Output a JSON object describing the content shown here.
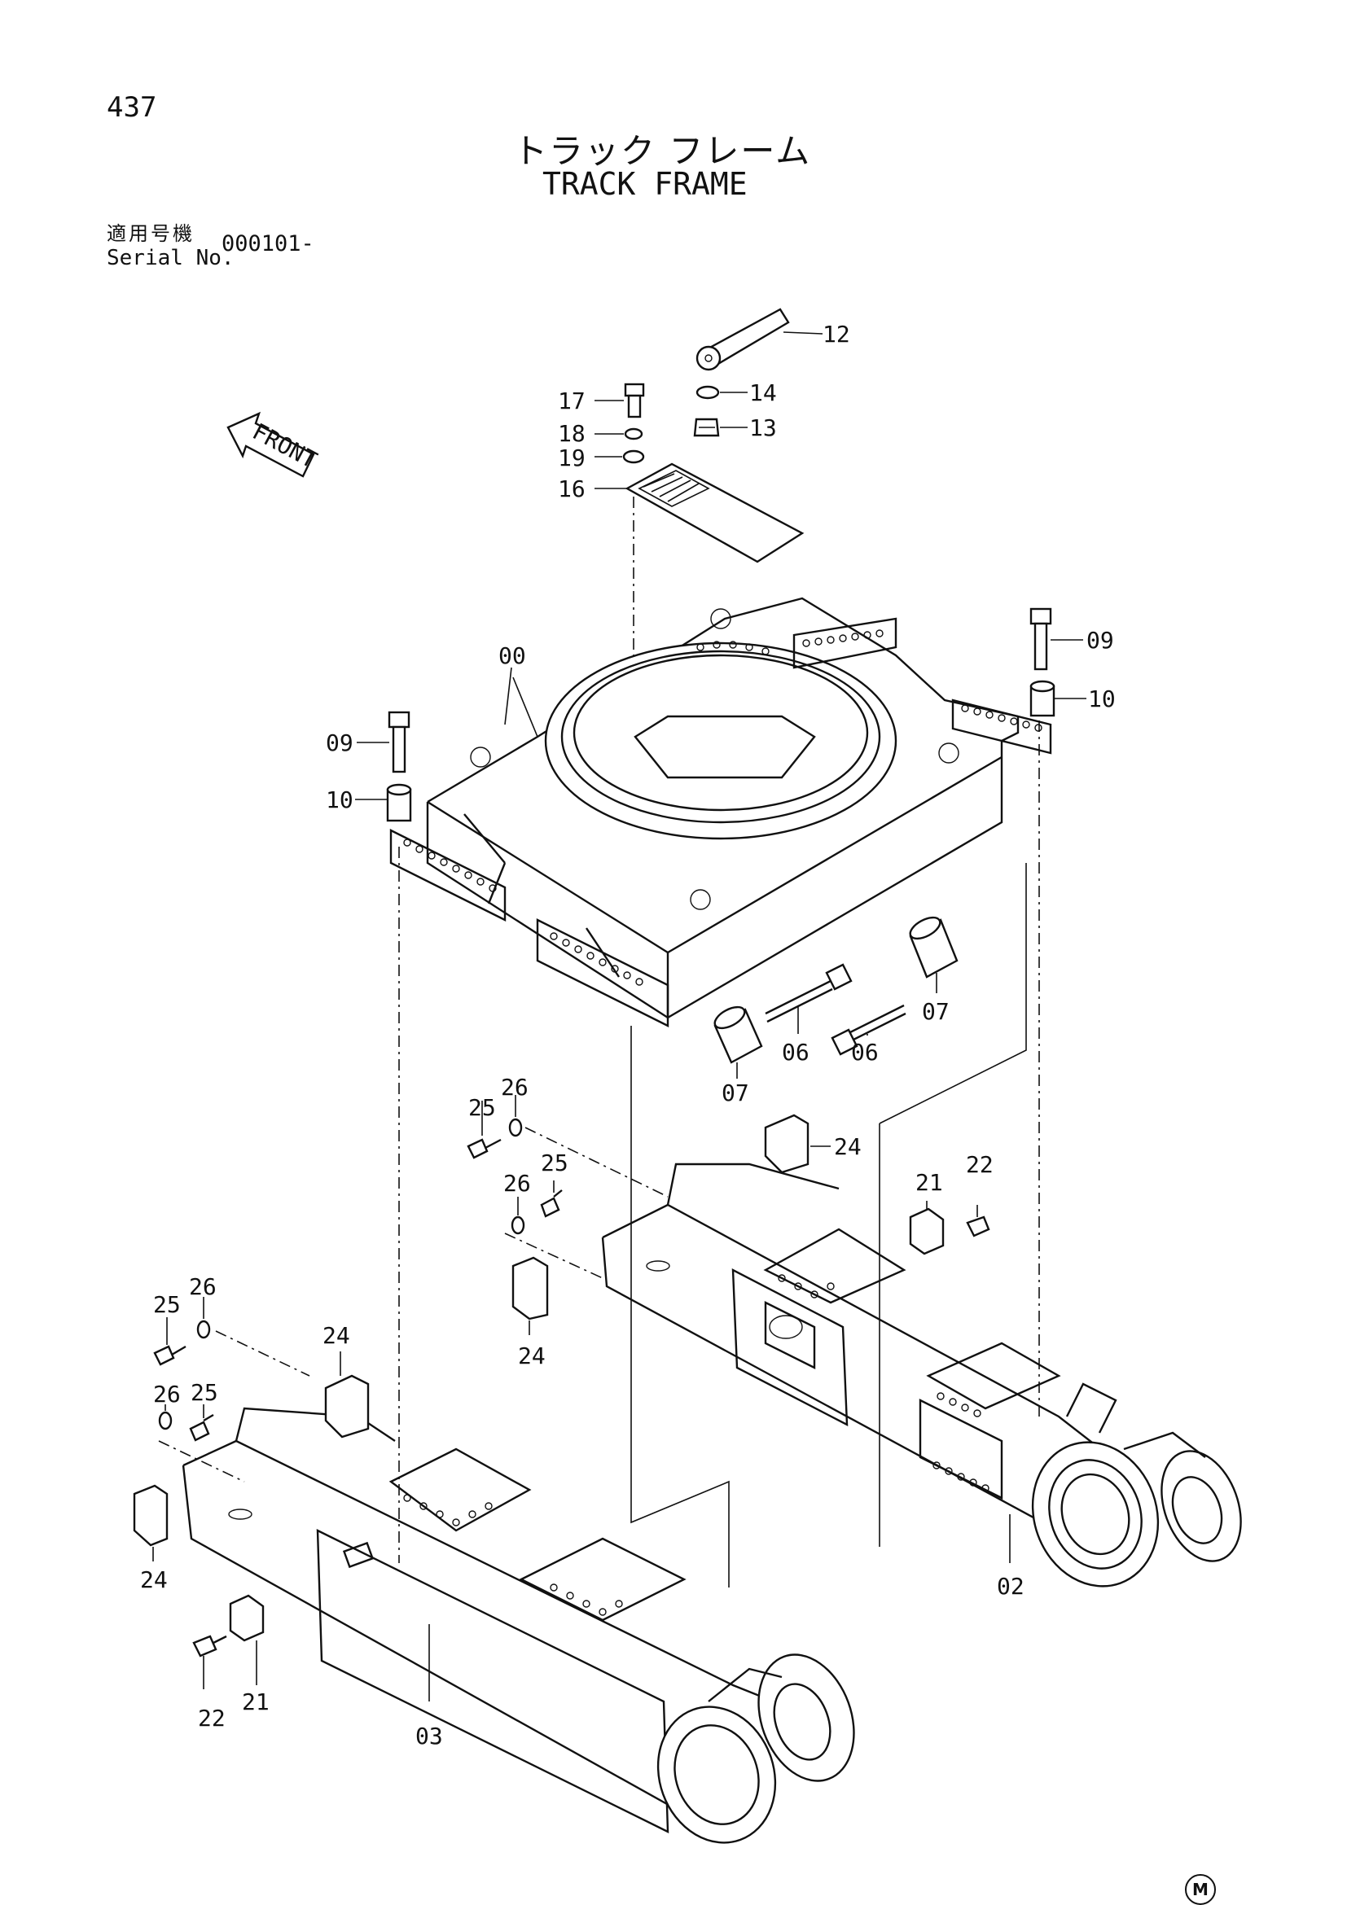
{
  "page": {
    "page_number": "437",
    "title_japanese": "トラック フレーム",
    "title_english": "TRACK FRAME",
    "serial_label_japanese": "適用号機",
    "serial_label_english": "Serial No.",
    "serial_value": "000101-",
    "marker": "M"
  },
  "front_arrow": {
    "label": "FRONT"
  },
  "callouts": [
    {
      "id": "c-12",
      "label": "12"
    },
    {
      "id": "c-14",
      "label": "14"
    },
    {
      "id": "c-13",
      "label": "13"
    },
    {
      "id": "c-17",
      "label": "17"
    },
    {
      "id": "c-18",
      "label": "18"
    },
    {
      "id": "c-19",
      "label": "19"
    },
    {
      "id": "c-16",
      "label": "16"
    },
    {
      "id": "c-00",
      "label": "00"
    },
    {
      "id": "c-09a",
      "label": "09"
    },
    {
      "id": "c-10a",
      "label": "10"
    },
    {
      "id": "c-09b",
      "label": "09"
    },
    {
      "id": "c-10b",
      "label": "10"
    },
    {
      "id": "c-07a",
      "label": "07"
    },
    {
      "id": "c-06a",
      "label": "06"
    },
    {
      "id": "c-06b",
      "label": "06"
    },
    {
      "id": "c-07b",
      "label": "07"
    },
    {
      "id": "c-25a",
      "label": "25"
    },
    {
      "id": "c-26a",
      "label": "26"
    },
    {
      "id": "c-24a",
      "label": "24"
    },
    {
      "id": "c-26b",
      "label": "26"
    },
    {
      "id": "c-25b",
      "label": "25"
    },
    {
      "id": "c-21a",
      "label": "21"
    },
    {
      "id": "c-22a",
      "label": "22"
    },
    {
      "id": "c-24b",
      "label": "24"
    },
    {
      "id": "c-25c",
      "label": "25"
    },
    {
      "id": "c-26c",
      "label": "26"
    },
    {
      "id": "c-24c",
      "label": "24"
    },
    {
      "id": "c-26d",
      "label": "26"
    },
    {
      "id": "c-25d",
      "label": "25"
    },
    {
      "id": "c-24d",
      "label": "24"
    },
    {
      "id": "c-21b",
      "label": "21"
    },
    {
      "id": "c-22b",
      "label": "22"
    },
    {
      "id": "c-03",
      "label": "03"
    },
    {
      "id": "c-02",
      "label": "02"
    }
  ]
}
